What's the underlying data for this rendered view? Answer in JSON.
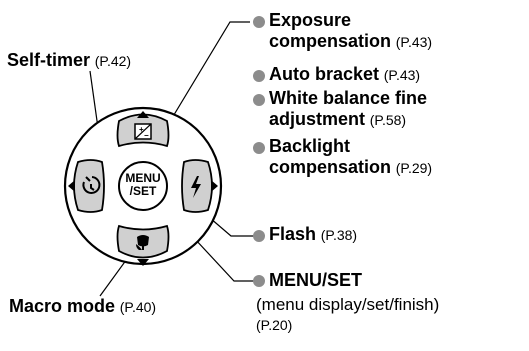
{
  "self_timer": {
    "label": "Self-timer",
    "ref": "(P.42)"
  },
  "macro_mode": {
    "label": "Macro mode",
    "ref": "(P.40)"
  },
  "exposure": {
    "label_line1": "Exposure",
    "label_line2": "compensation",
    "ref": "(P.43)"
  },
  "auto_bracket": {
    "label": "Auto bracket",
    "ref": "(P.43)"
  },
  "white_balance": {
    "label_line1": "White balance fine",
    "label_line2": "adjustment",
    "ref": "(P.58)"
  },
  "backlight": {
    "label_line1": "Backlight",
    "label_line2": "compensation",
    "ref": "(P.29)"
  },
  "flash": {
    "label": "Flash",
    "ref": "(P.38)"
  },
  "menu_set": {
    "label": "MENU/SET",
    "desc": "(menu display/set/finish)",
    "ref": "(P.20)"
  },
  "button": {
    "center_line1": "MENU",
    "center_line2": "/SET"
  },
  "icons": {
    "up": "exposure-compensation-icon",
    "left": "self-timer-icon",
    "right": "flash-icon",
    "down": "macro-icon"
  },
  "colors": {
    "bullet": "#8c8c8c",
    "pad_fill": "#d0d0d0"
  }
}
